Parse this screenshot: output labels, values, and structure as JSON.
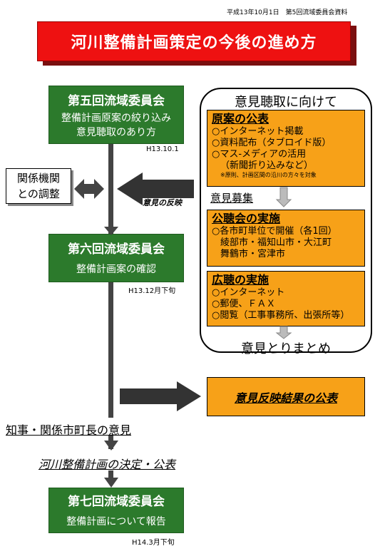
{
  "header_note": "平成13年10月1日　第5回流域委員会資料",
  "title": "河川整備計画策定の今後の進め方",
  "meeting5": {
    "title": "第五回流域委員会",
    "line1": "整備計画原案の絞り込み",
    "line2": "意見聴取のあり方",
    "date": "H13.10.1"
  },
  "kankei": {
    "line1": "関係機関",
    "line2": "との調整"
  },
  "reflect_label": "意見の反映",
  "meeting6": {
    "title": "第六回流域委員会",
    "line1": "整備計画案の確認",
    "date": "H13.12月下旬"
  },
  "panel": {
    "title": "意見聴取に向けて",
    "koho": {
      "title": "原案の公表",
      "items": [
        "○インターネット掲載",
        "○資料配布（タブロイド版）",
        "○マス-メディアの活用",
        "（新聞折り込みなど）"
      ],
      "note": "※原則、計画区間の沿川の方々を対象"
    },
    "bosyu": "意見募集",
    "kochokai": {
      "title": "公聴会の実施",
      "items": [
        "○各市町単位で開催（各1回）",
        "綾部市・福知山市・大江町",
        "舞鶴市・宮津市"
      ]
    },
    "kocho": {
      "title": "広聴の実施",
      "items": [
        "○インターネット",
        "○郵便、ＦＡＸ",
        "○閲覧（工事事務所、出張所等）"
      ]
    },
    "footer": "意見とりまとめ"
  },
  "result": "意見反映結果の公表",
  "chiji": "知事・関係市町長の意見",
  "kettei": "河川整備計画の決定・公表",
  "meeting7": {
    "title": "第七回流域委員会",
    "line1": "整備計画について報告",
    "date": "H14.3月下旬"
  },
  "colors": {
    "title_red": "#ee1111",
    "green": "#2c7a2c",
    "orange": "#f7a118",
    "arrow_dark": "#333333"
  },
  "icons": [
    "arrow-left-icon",
    "double-arrow-icon",
    "arrow-right-icon",
    "arrow-down-icon"
  ]
}
